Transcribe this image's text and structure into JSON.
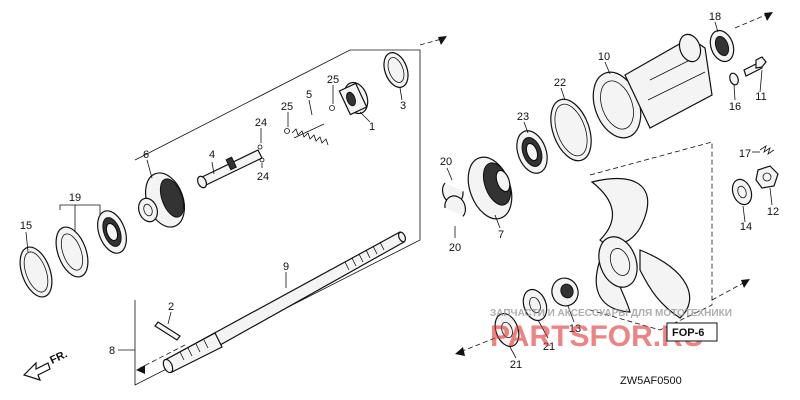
{
  "callouts": {
    "c1": "1",
    "c2": "2",
    "c3": "3",
    "c4": "4",
    "c5": "5",
    "c6": "6",
    "c7": "7",
    "c8": "8",
    "c9": "9",
    "c10": "10",
    "c11": "11",
    "c12": "12",
    "c13": "13",
    "c14": "14",
    "c15": "15",
    "c16": "16",
    "c17": "17",
    "c18": "18",
    "c19": "19",
    "c20a": "20",
    "c20b": "20",
    "c21a": "21",
    "c21b": "21",
    "c22": "22",
    "c23": "23",
    "c24a": "24",
    "c24b": "24",
    "c25a": "25",
    "c25b": "25"
  },
  "fop_label": "FOP-6",
  "front_label": "FR.",
  "drawing_ref": "ZW5AF0500",
  "watermark": {
    "subtitle": "ЗАПЧАСТИ И АКСЕССУАРЫ ДЛЯ МОТОТЕХНИКИ",
    "logo": "PARTSFOR.RU",
    "logo_color": "#e0302f"
  }
}
